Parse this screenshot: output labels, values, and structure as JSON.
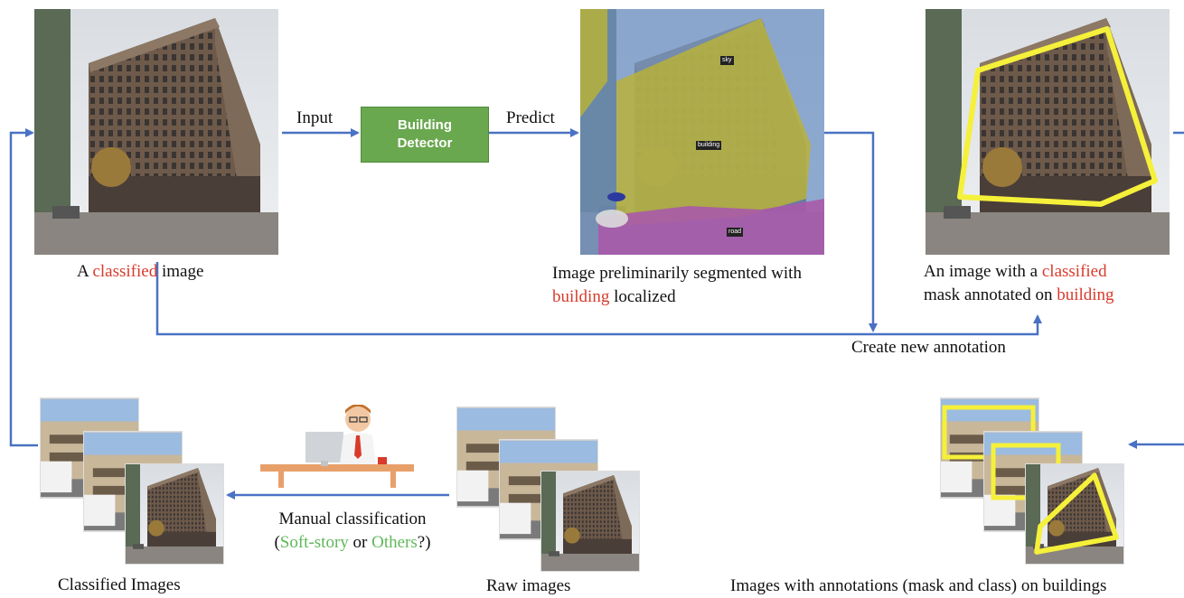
{
  "labels": {
    "input": "Input",
    "predict": "Predict",
    "detector_line1": "Building",
    "detector_line2": "Detector",
    "create_annotation": "Create new annotation",
    "manual_line1": "Manual classification",
    "manual_paren_open": "(",
    "manual_soft": "Soft-story",
    "manual_or": " or ",
    "manual_others": "Others",
    "manual_paren_close": "?)",
    "classified_images": "Classified Images",
    "raw_images": "Raw images",
    "annotated_images": "Images with annotations (mask and class) on buildings"
  },
  "captions": {
    "classified_a": "A ",
    "classified_b": "classified",
    "classified_c": " image",
    "seg_line1": "Image preliminarily segmented with",
    "seg_building": "building",
    "seg_localized": " localized",
    "annot_a": "An image with a ",
    "annot_b": "classified",
    "annot_c": "mask annotated on ",
    "annot_d": "building"
  },
  "segmentation_tags": {
    "sky": "sky",
    "building": "building",
    "road": "road"
  },
  "colors": {
    "arrow": "#4a72c4",
    "highlight_red": "#d93a2b",
    "highlight_green": "#5fb85a",
    "detector_fill": "#6aa84f",
    "mask_yellow": "#f5f03a",
    "seg_building": "#b8b23a",
    "seg_sky": "#6f93c4",
    "seg_road": "#a85aa8"
  },
  "icons": [
    "person-at-desk-icon"
  ]
}
